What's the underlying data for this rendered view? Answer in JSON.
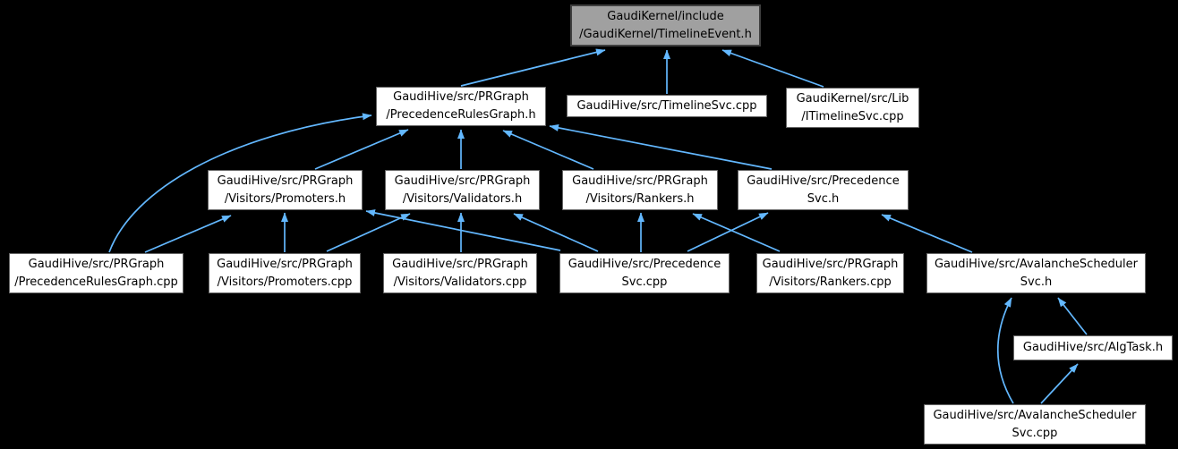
{
  "background_color": "#000000",
  "edge_color": "#63b8ff",
  "node_style": {
    "bg": "#ffffff",
    "border": "#666666",
    "text": "#000000"
  },
  "highlight_node_style": {
    "bg": "#a0a0a0",
    "border": "#3f3f3f"
  },
  "graph": {
    "type": "include-dependency-graph",
    "root": "GaudiKernel/include/GaudiKernel/TimelineEvent.h",
    "nodes": [
      {
        "id": "timeline-event-h",
        "lines": [
          "GaudiKernel/include",
          "/GaudiKernel/TimelineEvent.h"
        ],
        "highlighted": true
      },
      {
        "id": "precedence-rules-graph-h",
        "lines": [
          "GaudiHive/src/PRGraph",
          "/PrecedenceRulesGraph.h"
        ]
      },
      {
        "id": "timeline-svc-cpp",
        "lines": [
          "GaudiHive/src/TimelineSvc.cpp"
        ]
      },
      {
        "id": "itimeline-svc-cpp",
        "lines": [
          "GaudiKernel/src/Lib",
          "/ITimelineSvc.cpp"
        ]
      },
      {
        "id": "promoters-h",
        "lines": [
          "GaudiHive/src/PRGraph",
          "/Visitors/Promoters.h"
        ]
      },
      {
        "id": "validators-h",
        "lines": [
          "GaudiHive/src/PRGraph",
          "/Visitors/Validators.h"
        ]
      },
      {
        "id": "rankers-h",
        "lines": [
          "GaudiHive/src/PRGraph",
          "/Visitors/Rankers.h"
        ]
      },
      {
        "id": "precedence-svc-h",
        "lines": [
          "GaudiHive/src/Precedence",
          "Svc.h"
        ]
      },
      {
        "id": "precedence-rules-graph-cpp",
        "lines": [
          "GaudiHive/src/PRGraph",
          "/PrecedenceRulesGraph.cpp"
        ]
      },
      {
        "id": "promoters-cpp",
        "lines": [
          "GaudiHive/src/PRGraph",
          "/Visitors/Promoters.cpp"
        ]
      },
      {
        "id": "validators-cpp",
        "lines": [
          "GaudiHive/src/PRGraph",
          "/Visitors/Validators.cpp"
        ]
      },
      {
        "id": "precedence-svc-cpp",
        "lines": [
          "GaudiHive/src/Precedence",
          "Svc.cpp"
        ]
      },
      {
        "id": "rankers-cpp",
        "lines": [
          "GaudiHive/src/PRGraph",
          "/Visitors/Rankers.cpp"
        ]
      },
      {
        "id": "avalanche-scheduler-svc-h",
        "lines": [
          "GaudiHive/src/AvalancheScheduler",
          "Svc.h"
        ]
      },
      {
        "id": "alg-task-h",
        "lines": [
          "GaudiHive/src/AlgTask.h"
        ]
      },
      {
        "id": "avalanche-scheduler-svc-cpp",
        "lines": [
          "GaudiHive/src/AvalancheScheduler",
          "Svc.cpp"
        ]
      }
    ],
    "edges": [
      {
        "from": "precedence-rules-graph-h",
        "to": "timeline-event-h"
      },
      {
        "from": "timeline-svc-cpp",
        "to": "timeline-event-h"
      },
      {
        "from": "itimeline-svc-cpp",
        "to": "timeline-event-h"
      },
      {
        "from": "promoters-h",
        "to": "precedence-rules-graph-h"
      },
      {
        "from": "validators-h",
        "to": "precedence-rules-graph-h"
      },
      {
        "from": "rankers-h",
        "to": "precedence-rules-graph-h"
      },
      {
        "from": "precedence-svc-h",
        "to": "precedence-rules-graph-h"
      },
      {
        "from": "precedence-rules-graph-cpp",
        "to": "precedence-rules-graph-h"
      },
      {
        "from": "precedence-rules-graph-cpp",
        "to": "promoters-h"
      },
      {
        "from": "promoters-cpp",
        "to": "promoters-h"
      },
      {
        "from": "precedence-svc-cpp",
        "to": "promoters-h"
      },
      {
        "from": "promoters-cpp",
        "to": "validators-h"
      },
      {
        "from": "validators-cpp",
        "to": "validators-h"
      },
      {
        "from": "precedence-svc-cpp",
        "to": "validators-h"
      },
      {
        "from": "precedence-svc-cpp",
        "to": "rankers-h"
      },
      {
        "from": "rankers-cpp",
        "to": "rankers-h"
      },
      {
        "from": "precedence-svc-cpp",
        "to": "precedence-svc-h"
      },
      {
        "from": "avalanche-scheduler-svc-h",
        "to": "precedence-svc-h"
      },
      {
        "from": "alg-task-h",
        "to": "avalanche-scheduler-svc-h"
      },
      {
        "from": "avalanche-scheduler-svc-cpp",
        "to": "avalanche-scheduler-svc-h"
      },
      {
        "from": "avalanche-scheduler-svc-cpp",
        "to": "alg-task-h"
      }
    ]
  }
}
